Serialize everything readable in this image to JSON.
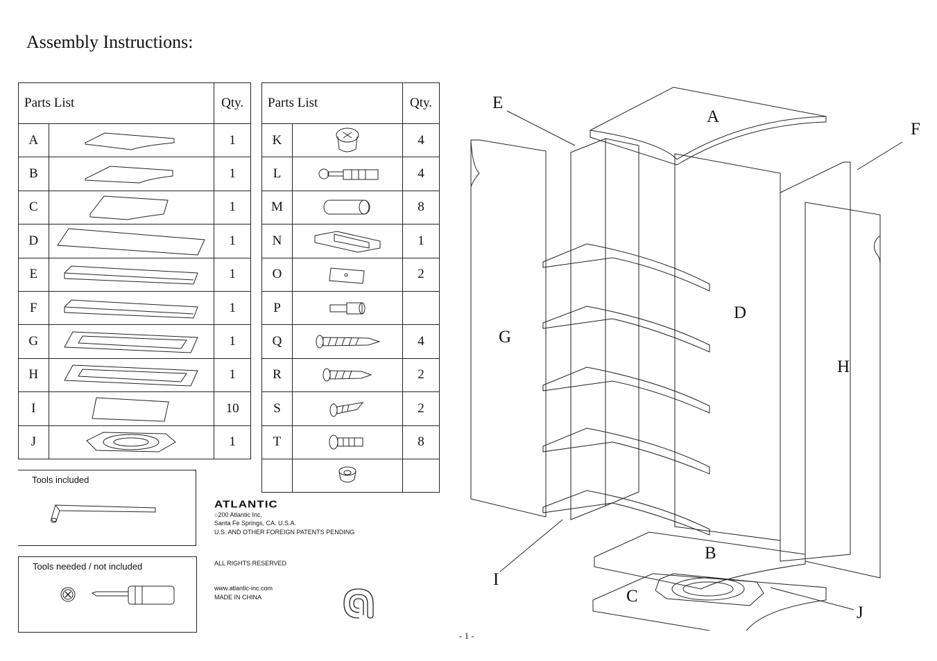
{
  "title": "Assembly Instructions:",
  "table_left": {
    "header": "Parts List",
    "qty_header": "Qty.",
    "rows": [
      {
        "letter": "A",
        "qty": "1",
        "icon": "panel-top-icon"
      },
      {
        "letter": "B",
        "qty": "1",
        "icon": "panel-base-icon"
      },
      {
        "letter": "C",
        "qty": "1",
        "icon": "panel-bottom-icon"
      },
      {
        "letter": "D",
        "qty": "1",
        "icon": "back-panel-icon"
      },
      {
        "letter": "E",
        "qty": "1",
        "icon": "side-panel-icon"
      },
      {
        "letter": "F",
        "qty": "1",
        "icon": "side-panel-icon"
      },
      {
        "letter": "G",
        "qty": "1",
        "icon": "door-panel-icon"
      },
      {
        "letter": "H",
        "qty": "1",
        "icon": "door-panel-icon"
      },
      {
        "letter": "I",
        "qty": "10",
        "icon": "shelf-icon"
      },
      {
        "letter": "J",
        "qty": "1",
        "icon": "swivel-plate-icon"
      }
    ]
  },
  "table_right": {
    "header": "Parts List",
    "qty_header": "Qty.",
    "rows": [
      {
        "letter": "K",
        "qty": "4",
        "icon": "cam-lock-icon"
      },
      {
        "letter": "L",
        "qty": "4",
        "icon": "cam-bolt-icon"
      },
      {
        "letter": "M",
        "qty": "8",
        "icon": "wood-dowel-icon"
      },
      {
        "letter": "N",
        "qty": "1",
        "icon": "magnetic-catch-icon"
      },
      {
        "letter": "O",
        "qty": "2",
        "icon": "strike-plate-icon"
      },
      {
        "letter": "P",
        "qty": "",
        "icon": "shelf-pin-icon"
      },
      {
        "letter": "Q",
        "qty": "4",
        "icon": "long-screw-icon"
      },
      {
        "letter": "R",
        "qty": "2",
        "icon": "medium-screw-icon"
      },
      {
        "letter": "S",
        "qty": "2",
        "icon": "short-screw-icon"
      },
      {
        "letter": "T",
        "qty": "8",
        "icon": "flat-bolt-icon"
      },
      {
        "letter": "",
        "qty": "",
        "icon": "cap-icon"
      }
    ]
  },
  "tools_included": {
    "title": "Tools included",
    "icon": "allen-key-icon"
  },
  "tools_needed": {
    "title": "Tools needed / not included",
    "icon": "screwdriver-icon"
  },
  "brand": {
    "logo": "ATLANTIC",
    "line1": "○200   Atlantic Inc.",
    "line2": "Santa Fe Springs, CA. U.S.A.",
    "line3": "U.S. AND OTHER FOREIGN PATENTS PENDING",
    "rights": "ALL RIGHTS RESERVED",
    "web": "www.atlantic-inc.com",
    "made": "MADE IN CHINA"
  },
  "page_number": "- 1 -",
  "diagram_labels": {
    "A": "A",
    "B": "B",
    "C": "C",
    "D": "D",
    "E": "E",
    "F": "F",
    "G": "G",
    "H": "H",
    "I": "I",
    "J": "J"
  }
}
